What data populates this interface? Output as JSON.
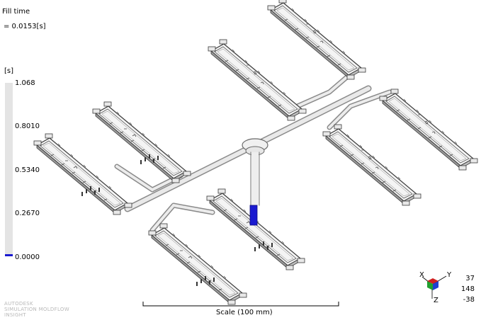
{
  "header": {
    "title": "Fill time",
    "value_line": "= 0.0153[s]"
  },
  "legend": {
    "unit": "[s]",
    "ticks": [
      "1.068",
      "0.8010",
      "0.5340",
      "0.2670",
      "0.0000"
    ],
    "current_fill_fraction": 0.014,
    "fill_color": "#1a1ad0",
    "bar_color": "#e4e4e4"
  },
  "scale": {
    "label": "Scale (100 mm)"
  },
  "watermark": {
    "line1": "AUTODESK",
    "line2": "SIMULATION MOLDFLOW",
    "line3": "INSIGHT"
  },
  "orientation": {
    "axis_x": "X",
    "axis_y": "Y",
    "axis_z": "Z",
    "values": [
      "37",
      "148",
      "-38"
    ]
  },
  "colors": {
    "part_outline": "#3a3a3a",
    "runner": "#c8c8c8",
    "filled": "#1a1ad0"
  }
}
